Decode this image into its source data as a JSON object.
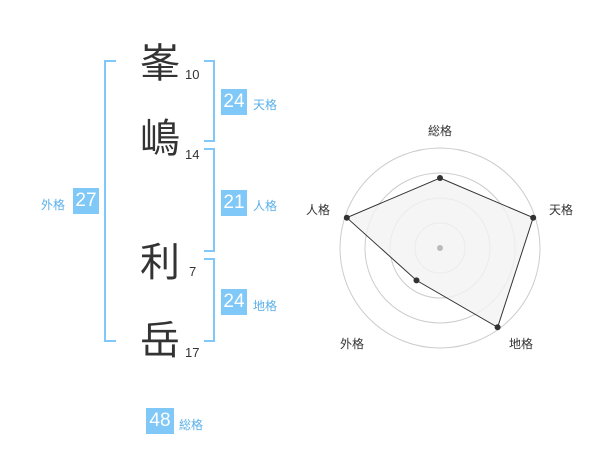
{
  "name": {
    "characters": [
      {
        "char": "峯",
        "strokes": "10"
      },
      {
        "char": "嶋",
        "strokes": "14"
      },
      {
        "char": "利",
        "strokes": "7"
      },
      {
        "char": "岳",
        "strokes": "17"
      }
    ]
  },
  "scores": {
    "tenkaku": {
      "value": "24",
      "label": "天格"
    },
    "jinkaku": {
      "value": "21",
      "label": "人格"
    },
    "chikaku": {
      "value": "24",
      "label": "地格"
    },
    "gaikaku": {
      "value": "27",
      "label": "外格"
    },
    "soukaku": {
      "value": "48",
      "label": "総格"
    }
  },
  "chart_data": {
    "type": "radar",
    "axes": [
      "総格",
      "天格",
      "地格",
      "外格",
      "人格"
    ],
    "values": [
      0.7,
      0.98,
      0.98,
      0.4,
      0.98
    ],
    "max": 1,
    "rings": 4,
    "colors": {
      "fill": "#f2f2f2",
      "line": "#333333",
      "grid": "#cccccc",
      "center": "#bbbbbb"
    }
  }
}
